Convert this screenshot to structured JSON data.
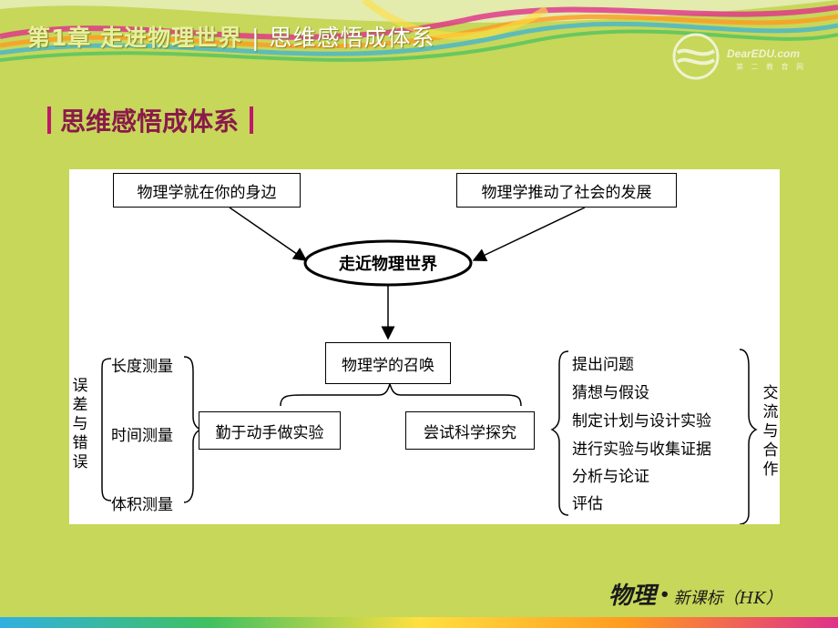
{
  "header": {
    "chapter": "第1章 走进物理世界",
    "separator": "|",
    "subtitle": "思维感悟成体系"
  },
  "logo": {
    "brand": "DearEDU.com",
    "tagline": "第 二 教 育 网"
  },
  "section_title": "思维感悟成体系",
  "diagram": {
    "top_left": "物理学就在你的身边",
    "top_right": "物理学推动了社会的发展",
    "center": "走近物理世界",
    "call": "物理学的召唤",
    "left_branch": "勤于动手做实验",
    "right_branch": "尝试科学探究",
    "measurements": [
      "长度测量",
      "时间测量",
      "体积测量"
    ],
    "left_vertical": [
      "误",
      "差",
      "与",
      "错",
      "误"
    ],
    "steps": [
      "提出问题",
      "猜想与假设",
      "制定计划与设计实验",
      "进行实验与收集证据",
      "分析与论证",
      "评估"
    ],
    "right_vertical": [
      "交",
      "流",
      "与",
      "合",
      "作"
    ]
  },
  "footer": {
    "subject": "物理",
    "dot": "•",
    "edition": "新课标（HK）"
  }
}
